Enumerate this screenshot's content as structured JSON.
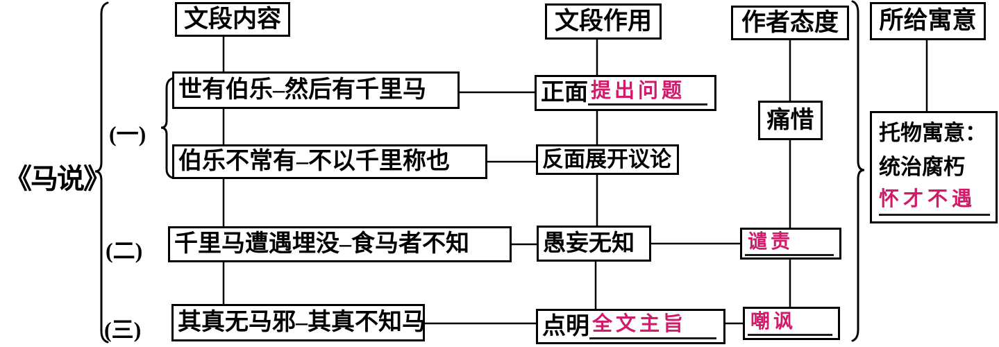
{
  "title": "《马说》",
  "colors": {
    "accent": "#d01a6a",
    "ink": "#000000",
    "background": "#ffffff"
  },
  "column_headers": {
    "content": "文段内容",
    "function": "文段作用",
    "attitude": "作者态度",
    "moral": "所给寓意"
  },
  "section_labels": {
    "s1": "(一)",
    "s2": "(二)",
    "s3": "(三)"
  },
  "content_boxes": {
    "row1a": "世有伯乐–然后有千里马",
    "row1b": "伯乐不常有–不以千里称也",
    "row2": "千里马遭遇埋没–食马者不知",
    "row3": "其真无马邪–其真不知马"
  },
  "function_boxes": {
    "row1_prefix": "正面",
    "row1_answer": "提出问题",
    "row2": "反面展开议论",
    "row3": "愚妄无知",
    "row4_prefix": "点明",
    "row4_answer": "全文主旨"
  },
  "attitude_boxes": {
    "row1": "痛惜",
    "row2": "谴责",
    "row3": "嘲讽"
  },
  "moral_box": {
    "line1": "托物寓意：",
    "line2": "统治腐朽",
    "line3": "怀才不遇"
  }
}
